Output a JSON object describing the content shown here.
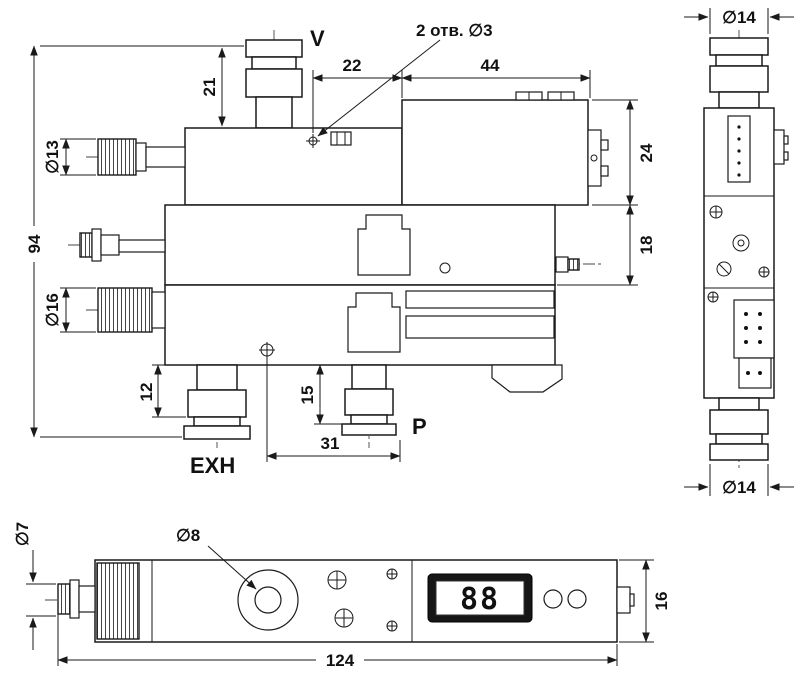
{
  "drawing": {
    "labels": {
      "v": "V",
      "p": "P",
      "exh": "EXH",
      "holes_note": "2 отв. ∅3"
    },
    "display_value": "88",
    "dims": {
      "d14_top": "∅14",
      "d14_bottom": "∅14",
      "d13": "∅13",
      "d16": "∅16",
      "d7": "∅7",
      "d8": "∅8",
      "h94": "94",
      "h21": "21",
      "w22": "22",
      "w44": "44",
      "h24": "24",
      "h18": "18",
      "h12": "12",
      "h15": "15",
      "w31": "31",
      "h16_side": "16",
      "w124": "124"
    },
    "colors": {
      "ink": "#1a1a1a",
      "background": "#ffffff",
      "display_bezel": "#161616",
      "display_screen": "#ffffff"
    }
  }
}
